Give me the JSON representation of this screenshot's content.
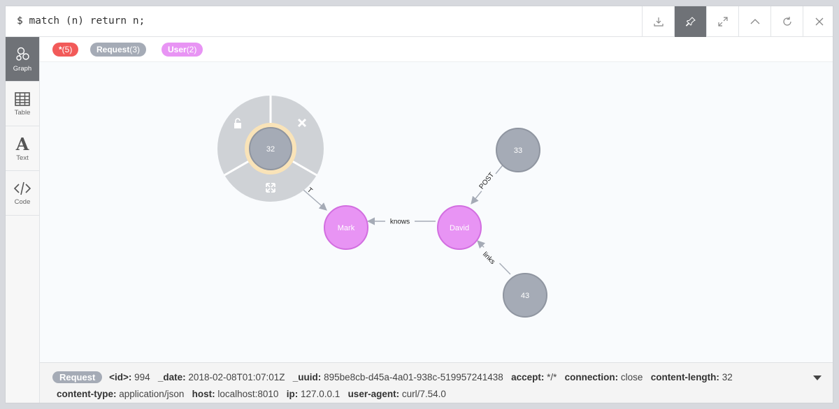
{
  "query": "$ match (n) return n;",
  "toolbar": {
    "buttons": [
      {
        "name": "download-icon"
      },
      {
        "name": "pin-icon",
        "active": true
      },
      {
        "name": "expand-icon"
      },
      {
        "name": "chevron-up-icon"
      },
      {
        "name": "refresh-icon"
      },
      {
        "name": "close-icon"
      }
    ]
  },
  "sidebar": {
    "items": [
      {
        "label": "Graph",
        "icon": "graph-icon",
        "active": true
      },
      {
        "label": "Table",
        "icon": "table-icon"
      },
      {
        "label": "Text",
        "icon": "text-icon"
      },
      {
        "label": "Code",
        "icon": "code-icon"
      }
    ]
  },
  "legend": {
    "all": {
      "label": "*",
      "count": "(5)",
      "color": "#f25a59"
    },
    "request": {
      "label": "Request",
      "count": "(3)",
      "color": "#a5abb6"
    },
    "user": {
      "label": "User",
      "count": "(2)",
      "color": "#e894f4"
    }
  },
  "graph": {
    "nodes": {
      "n32": {
        "caption": "32"
      },
      "n33": {
        "caption": "33"
      },
      "n43": {
        "caption": "43"
      },
      "mark": {
        "caption": "Mark"
      },
      "david": {
        "caption": "David"
      }
    },
    "rels": {
      "t": {
        "label": "T"
      },
      "knows": {
        "label": "knows"
      },
      "post": {
        "label": "POST"
      },
      "links": {
        "label": "links"
      }
    },
    "colors": {
      "request": "#a5abb6",
      "user": "#e894f4",
      "user_border": "#d26ee0",
      "request_border": "#8f95a0",
      "halo": "#f9e3b8",
      "ring": "#c9ccd1"
    }
  },
  "footer": {
    "label": "Request",
    "line1": [
      {
        "k": "<id>:",
        "v": "994"
      },
      {
        "k": "_date:",
        "v": "2018-02-08T01:07:01Z"
      },
      {
        "k": "_uuid:",
        "v": "895be8cb-d45a-4a01-938c-519957241438"
      },
      {
        "k": "accept:",
        "v": "*/*"
      },
      {
        "k": "connection:",
        "v": "close"
      },
      {
        "k": "content-length:",
        "v": "32"
      }
    ],
    "line2": [
      {
        "k": "content-type:",
        "v": "application/json"
      },
      {
        "k": "host:",
        "v": "localhost:8010"
      },
      {
        "k": "ip:",
        "v": "127.0.0.1"
      },
      {
        "k": "user-agent:",
        "v": "curl/7.54.0"
      }
    ]
  }
}
